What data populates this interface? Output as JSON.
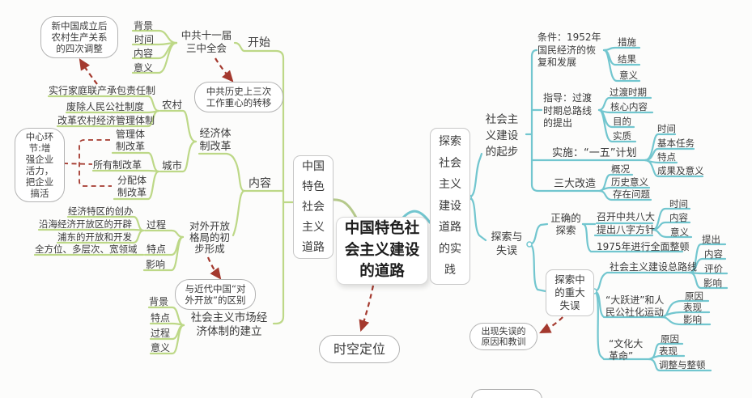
{
  "palette": {
    "left_branch": "#bdd887",
    "right_branch": "#72c6cf",
    "arrow_red": "#a4392e",
    "text": "#3a3a3a",
    "node_border": "#c7c7c7"
  },
  "central": {
    "label": "中国特色社\n会主义建设\n的道路"
  },
  "anchors": {
    "timeline": "时空定位",
    "adjustments": "新中国成立后\n农村生产关系\n的四次调整",
    "work_shift": "中共历史上三次\n工作重心的转移",
    "core_link": "中心环\n节:增\n强企业\n活力，\n把企业\n搞活",
    "opening_diff": "与近代中国“对\n外开放”的区别",
    "mistake_lessons": "出现失误的\n原因和教训"
  },
  "left_branch": {
    "root": "中国\n特色\n社会\n主义\n道路",
    "start": "开始",
    "content": "内容",
    "plenum": "中共十一届\n三中全会",
    "plenum_items": {
      "bg": "背景",
      "sj": "时间",
      "nr": "内容",
      "yy": "意义"
    },
    "econ_reform": "经济体\n制改革",
    "rural": "农村",
    "rural_items": {
      "i1": "实行家庭联产承包责任制",
      "i2": "废除人民公社制度",
      "i3": "改革农村经济管理体制"
    },
    "city": "城市",
    "city_items": {
      "i1": "管理体\n制改革",
      "i2": "所有制改革",
      "i3": "分配体\n制改革"
    },
    "opening": "对外开放\n格局的初\n步形成",
    "process": "过程",
    "process_items": {
      "i1": "经济特区的创办",
      "i2": "沿海经济开放区的开辟",
      "i3": "浦东的开放和开发"
    },
    "feature": "特点",
    "feature_items": {
      "i1": "全方位、多层次、宽领域"
    },
    "impact": "影响",
    "market": "社会主义市场经\n济体制的建立",
    "market_items": {
      "bg": "背景",
      "td": "特点",
      "gc": "过程",
      "yy": "意义"
    }
  },
  "right_branch": {
    "root": "探索\n社会\n主义\n建设\n道路\n的实\n践",
    "qibu": "社会主\n义建设\n的起步",
    "cond": "条件：1952年\n国民经济的恢\n复和发展",
    "cond_items": {
      "cs": "措施",
      "jg": "结果",
      "yy": "意义"
    },
    "guide": "指导：过渡\n时期总路线\n的提出",
    "guide_items": {
      "gd": "过渡时期",
      "hx": "核心内容",
      "md": "目的",
      "sz": "实质"
    },
    "impl": "实施：“一五”计划",
    "impl_items": {
      "sj": "时间",
      "jb": "基本任务",
      "td": "特点",
      "cg": "成果及意义"
    },
    "sangai": "三大改造",
    "sangai_items": {
      "gk": "概况",
      "ls": "历史意义",
      "cz": "存在问题"
    },
    "tansuo": "探索与\n失误",
    "correct": "正确的\n探索",
    "bada": "召开中共八大\n提出八字方针",
    "bada_items": {
      "sj": "时间",
      "nr": "内容",
      "yy": "意义"
    },
    "zhengdun": "1975年进行全面整顿",
    "mistake": "探索中\n的重大\n失误",
    "luxian": "社会主义建设总路线",
    "luxian_items": {
      "tc": "提出",
      "nr": "内容",
      "pj": "评价",
      "yx": "影响"
    },
    "dyj": "“大跃进”和人\n民公社化运动",
    "dyj_items": {
      "yy": "原因",
      "bx": "表现",
      "yx": "影响"
    },
    "wg": "“文化大\n革命”",
    "wg_items": {
      "yy": "原因",
      "bx": "表现",
      "tz": "调整与整顿"
    }
  }
}
